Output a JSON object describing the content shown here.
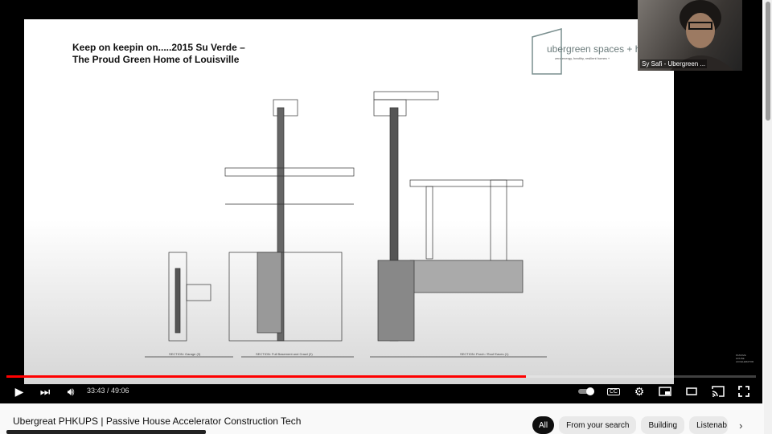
{
  "slide": {
    "title_line1": "Keep on keepin on.....2015 Su Verde –",
    "title_line2": "The Proud Green Home of Louisville",
    "logo_text": "ubergreen spaces + h",
    "logo_tagline": "zero energy, healthy, resilient homes +",
    "sections": [
      "SECTION: Garage",
      "SECTION: Full Basement and Crawl",
      "SECTION: Porch / Roof Eaves"
    ],
    "section_numbers": [
      "3",
      "2",
      "1"
    ],
    "watermark": "PASSIVE HOUSE ACCELERATOR"
  },
  "camera": {
    "participant_name": "Sy Safi - Ubergreen ..."
  },
  "player": {
    "time": "33:43 / 49:06",
    "progress_percent": 69.3,
    "accent": "#ff0000"
  },
  "video_title": "Ubergreat PHKUPS | Passive House Accelerator Construction Tech",
  "chips": [
    "All",
    "From your search",
    "Building",
    "Listenab"
  ]
}
